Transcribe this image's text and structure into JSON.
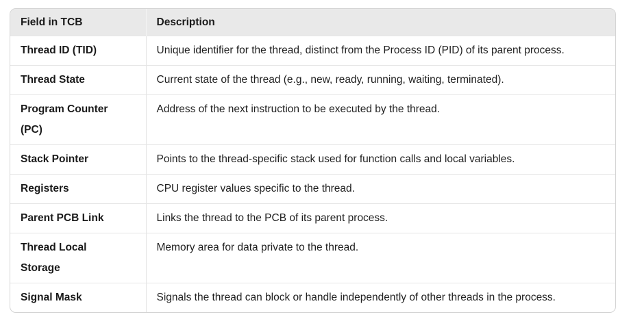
{
  "table": {
    "columns": [
      {
        "label": "Field in TCB"
      },
      {
        "label": "Description"
      }
    ],
    "rows": [
      {
        "field": "Thread ID (TID)",
        "description": "Unique identifier for the thread, distinct from the Process ID (PID) of its parent process."
      },
      {
        "field": "Thread State",
        "description": "Current state of the thread (e.g., new, ready, running, waiting, terminated)."
      },
      {
        "field": "Program Counter (PC)",
        "description": "Address of the next instruction to be executed by the thread."
      },
      {
        "field": "Stack Pointer",
        "description": "Points to the thread-specific stack used for function calls and local variables."
      },
      {
        "field": "Registers",
        "description": "CPU register values specific to the thread."
      },
      {
        "field": "Parent PCB Link",
        "description": "Links the thread to the PCB of its parent process."
      },
      {
        "field": "Thread Local Storage",
        "description": "Memory area for data private to the thread."
      },
      {
        "field": "Signal Mask",
        "description": "Signals the thread can block or handle independently of other threads in the process."
      }
    ],
    "colors": {
      "header_bg": "#e9e9e9",
      "outer_border": "#d4d4d4",
      "row_divider": "#e5e5e5",
      "text": "#1a1a1a",
      "table_bg": "#ffffff"
    }
  }
}
